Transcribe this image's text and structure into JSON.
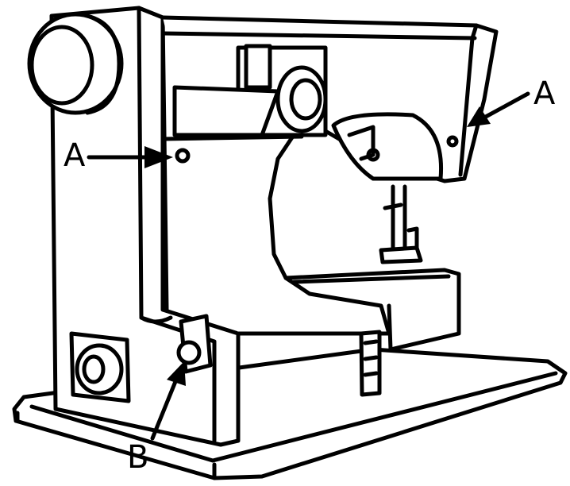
{
  "figure": {
    "subject": "sewing-machine-line-drawing",
    "callouts": [
      {
        "id": "a-left",
        "label": "A"
      },
      {
        "id": "a-right",
        "label": "A"
      },
      {
        "id": "b",
        "label": "B"
      }
    ],
    "colors": {
      "ink": "#000000",
      "fill": "#ffffff"
    }
  }
}
